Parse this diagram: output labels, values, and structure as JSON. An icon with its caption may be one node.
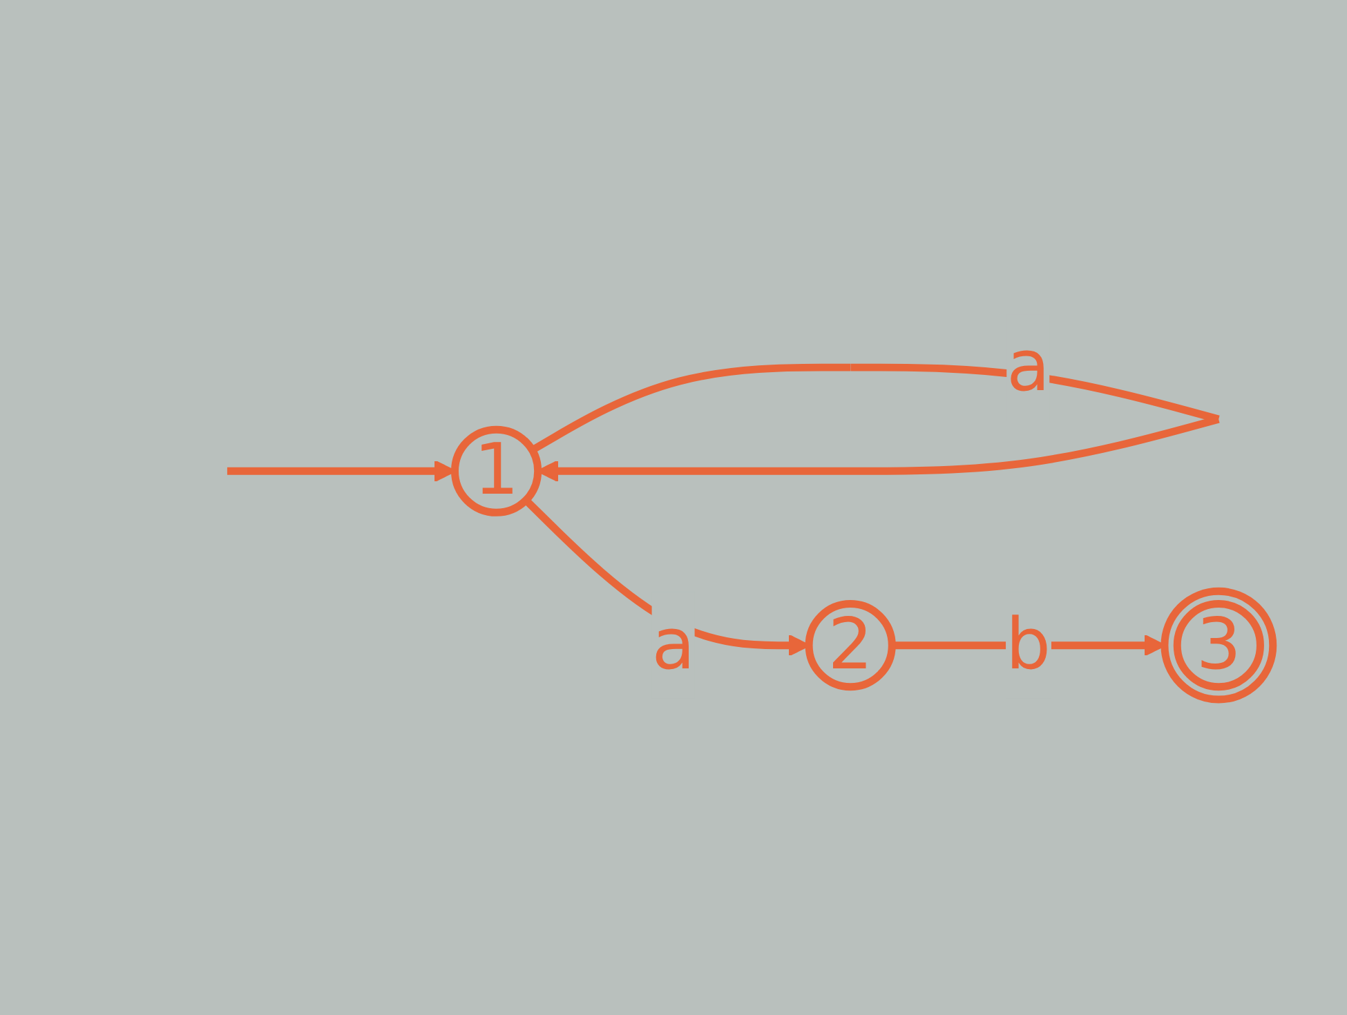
{
  "diagram": {
    "nodes": [
      {
        "text": [
          "1"
        ]
      },
      {
        "text": [
          "2"
        ]
      },
      {
        "text": [
          "3"
        ]
      }
    ],
    "edges": [
      {
        "from": null,
        "to": 0,
        "arrow": "to"
      },
      {
        "from": 0,
        "to": 0,
        "label": "a",
        "arrow": "to"
      },
      {
        "from": 0,
        "to": 1,
        "label": "a",
        "arrow": "to"
      },
      {
        "from": 1,
        "to": 2,
        "label": "b",
        "arrow": "to"
      }
    ]
  }
}
